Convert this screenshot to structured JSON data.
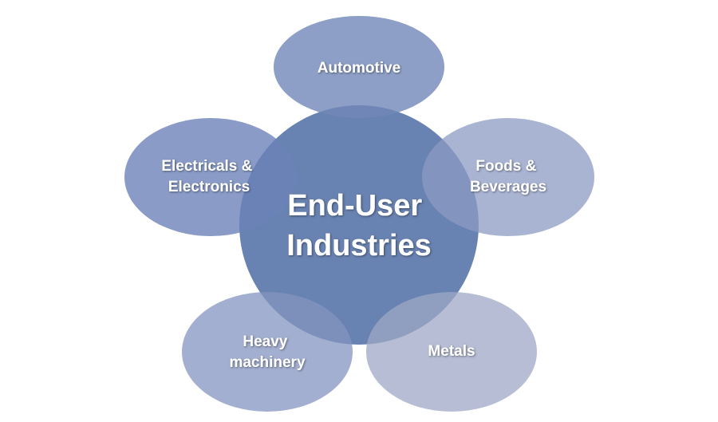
{
  "center": {
    "line1": "End-User",
    "line2": "Industries",
    "color": "#5b77aa"
  },
  "nodes": [
    {
      "id": "automotive",
      "lines": [
        "Automotive"
      ],
      "color": "#7087b8"
    },
    {
      "id": "electricals",
      "lines": [
        "Electricals &",
        "Electronics"
      ],
      "color": "#6b82b8"
    },
    {
      "id": "foods",
      "lines": [
        "Foods &",
        "Beverages"
      ],
      "color": "#8c9bc4"
    },
    {
      "id": "heavy",
      "lines": [
        "Heavy",
        "machinery"
      ],
      "color": "#8494c0"
    },
    {
      "id": "metals",
      "lines": [
        "Metals"
      ],
      "color": "#9ea7c6"
    }
  ]
}
